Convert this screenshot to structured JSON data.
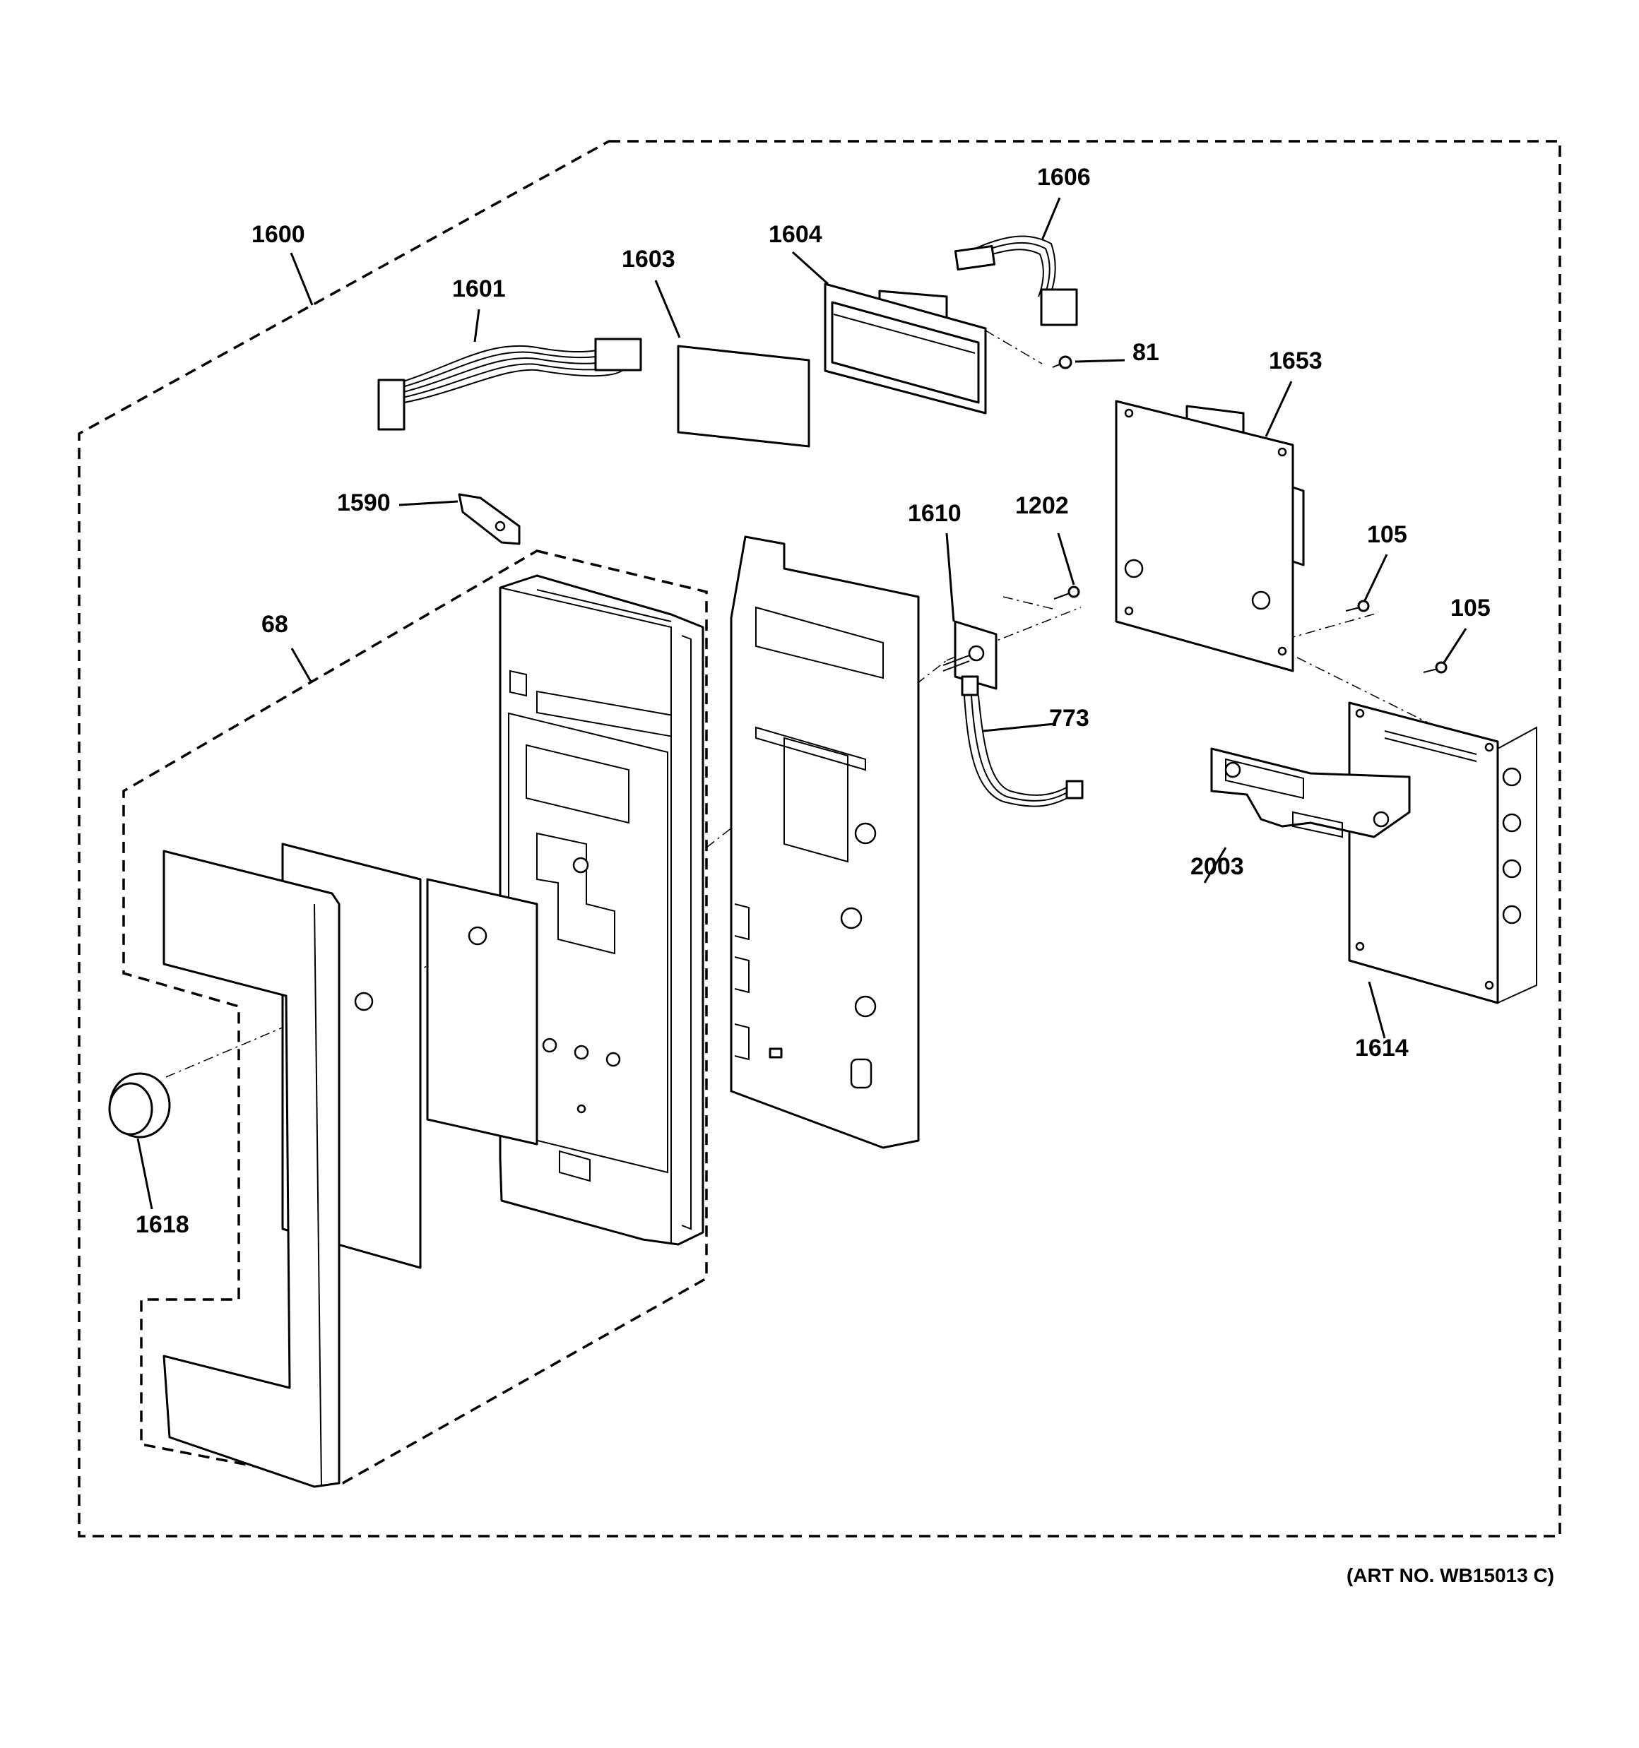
{
  "art_number": "(ART NO. WB15013 C)",
  "callouts": {
    "c1600": "1600",
    "c1601": "1601",
    "c1603": "1603",
    "c1604": "1604",
    "c1606": "1606",
    "c81": "81",
    "c1653": "1653",
    "c1590": "1590",
    "c1610": "1610",
    "c1202": "1202",
    "c105a": "105",
    "c105b": "105",
    "c68": "68",
    "c773": "773",
    "c2003": "2003",
    "c1614": "1614",
    "c1618": "1618"
  }
}
